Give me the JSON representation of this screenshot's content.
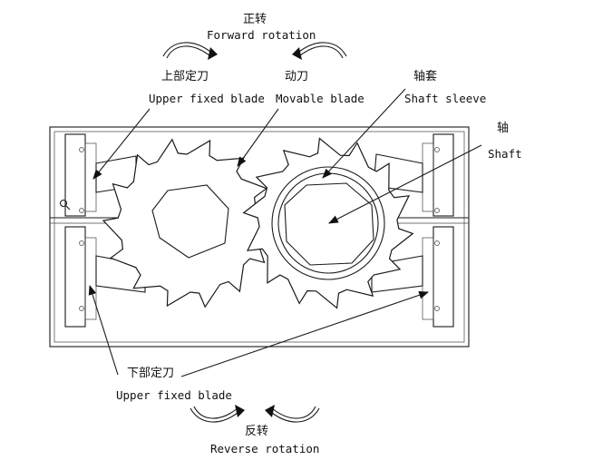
{
  "labels": {
    "forward_cn": "正转",
    "forward_en": "Forward rotation",
    "upper_fixed_cn": "上部定刀",
    "upper_fixed_en": "Upper fixed blade",
    "movable_cn": "动刀",
    "movable_en": "Movable blade",
    "sleeve_cn": "轴套",
    "sleeve_en": "Shaft sleeve",
    "shaft_cn": "轴",
    "shaft_en": "Shaft",
    "lower_fixed_cn": "下部定刀",
    "lower_fixed_en": "Upper fixed blade",
    "reverse_cn": "反转",
    "reverse_en": "Reverse rotation"
  },
  "icons": [
    "rotation-arrow-icon",
    "magnifier-icon"
  ]
}
